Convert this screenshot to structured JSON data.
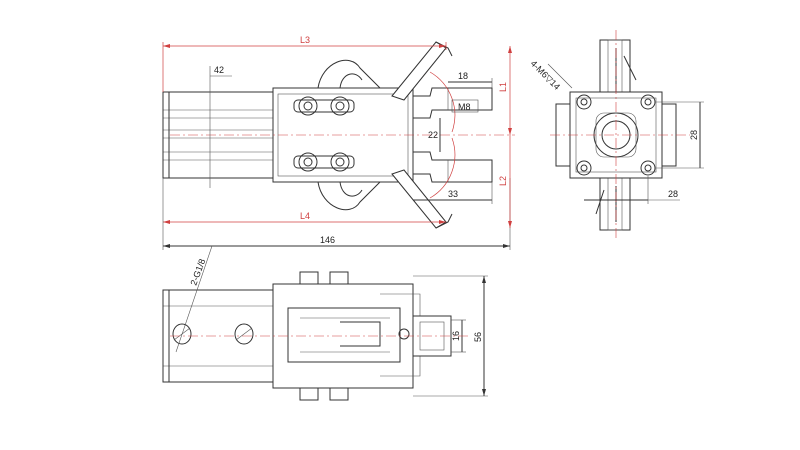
{
  "drawing": {
    "labels": {
      "L3": "L3",
      "L4": "L4",
      "L1": "L1",
      "L2": "L2",
      "d146": "146",
      "d42": "42",
      "d18": "18",
      "M8": "M8",
      "d22": "22",
      "d33": "33",
      "thread_holes": "4-M6▽14",
      "d28_vertical": "28",
      "d28_horizontal": "28",
      "port": "2-G1/8",
      "d16": "16",
      "d56": "56"
    },
    "colors": {
      "outline": "#333333",
      "dimension_red": "#d04040",
      "text": "#222222"
    }
  }
}
